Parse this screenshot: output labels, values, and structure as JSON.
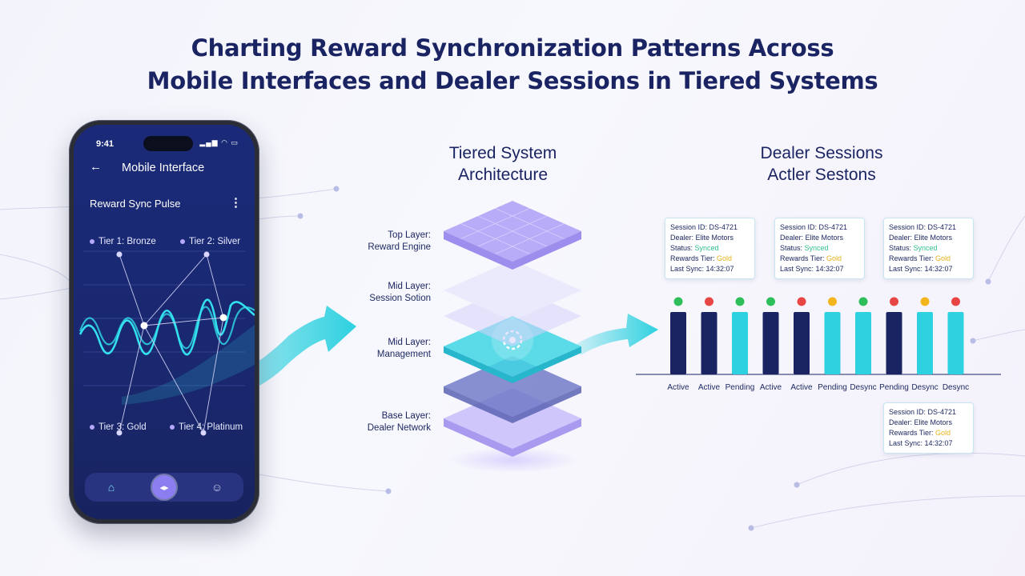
{
  "title": {
    "line1": "Charting Reward Synchronization Patterns Across",
    "line2": "Mobile Interfaces and Dealer Sessions in Tiered Systems"
  },
  "phone": {
    "status_time": "9:41",
    "status_icons": "signal-icon wifi-icon battery-icon",
    "screen_title": "Mobile Interface",
    "pulse_title": "Reward Sync Pulse",
    "tiers": [
      {
        "label": "Tier 1: Bronze"
      },
      {
        "label": "Tier 2: Silver"
      },
      {
        "label": "Tier 3: Gold"
      },
      {
        "label": "Tier 4: Platinum"
      }
    ],
    "nav": [
      "home-icon",
      "sync-icon",
      "profile-icon"
    ]
  },
  "architecture": {
    "heading_line1": "Tiered System",
    "heading_line2": "Architecture",
    "layers": [
      {
        "name": "Top Layer:",
        "desc": "Reward Engine"
      },
      {
        "name": "Mid Layer:",
        "desc": "Session Sotion"
      },
      {
        "name": "Mid Layer:",
        "desc": "Management"
      },
      {
        "name": "Base Layer:",
        "desc": "Dealer Network"
      }
    ]
  },
  "sessions": {
    "heading_line1": "Dealer Sessions",
    "heading_line2": "Actler Sestons",
    "cards": [
      {
        "id": "Session ID: DS-4721",
        "dealer": "Dealer: Elite Motors",
        "status_label": "Status: ",
        "status_value": "Synced",
        "tier_label": "Rewards Tier: ",
        "tier_value": "Gold",
        "sync": "Last Sync: 14:32:07"
      },
      {
        "id": "Session ID: DS-4721",
        "dealer": "Dealer: Elite Motors",
        "status_label": "Status: ",
        "status_value": "Synced",
        "tier_label": "Rewards Tier: ",
        "tier_value": "Gold",
        "sync": "Last Sync: 14:32:07"
      },
      {
        "id": "Session ID: DS-4721",
        "dealer": "Dealer: Elite Motors",
        "status_label": "Status: ",
        "status_value": "Synced",
        "tier_label": "Rewards Tier: ",
        "tier_value": "Gold",
        "sync": "Last Sync: 14:32:07"
      },
      {
        "id": "Session ID: DS-4721",
        "dealer": "Dealer: Elite Motors",
        "tier_label": "Rewards Tier: ",
        "tier_value": "Gold",
        "sync": "Last Sync: 14:32:07"
      }
    ],
    "bars": [
      {
        "label": "Active",
        "dot": "#2fbf5a",
        "fill": "#1b2463"
      },
      {
        "label": "Active",
        "dot": "#e84545",
        "fill": "#1b2463"
      },
      {
        "label": "Pending",
        "dot": "#2fbf5a",
        "fill": "#2ed1e0"
      },
      {
        "label": "Active",
        "dot": "#2fbf5a",
        "fill": "#1b2463"
      },
      {
        "label": "Active",
        "dot": "#e84545",
        "fill": "#1b2463"
      },
      {
        "label": "Pending",
        "dot": "#f2b51c",
        "fill": "#2ed1e0"
      },
      {
        "label": "Desync",
        "dot": "#2fbf5a",
        "fill": "#2ed1e0"
      },
      {
        "label": "Pending",
        "dot": "#e84545",
        "fill": "#1b2463"
      },
      {
        "label": "Desync",
        "dot": "#f2b51c",
        "fill": "#2ed1e0"
      },
      {
        "label": "Desync",
        "dot": "#e84545",
        "fill": "#2ed1e0"
      }
    ]
  },
  "colors": {
    "navy": "#1b2463",
    "cyan": "#2ed1e0",
    "lavender": "#b6a8ff"
  }
}
